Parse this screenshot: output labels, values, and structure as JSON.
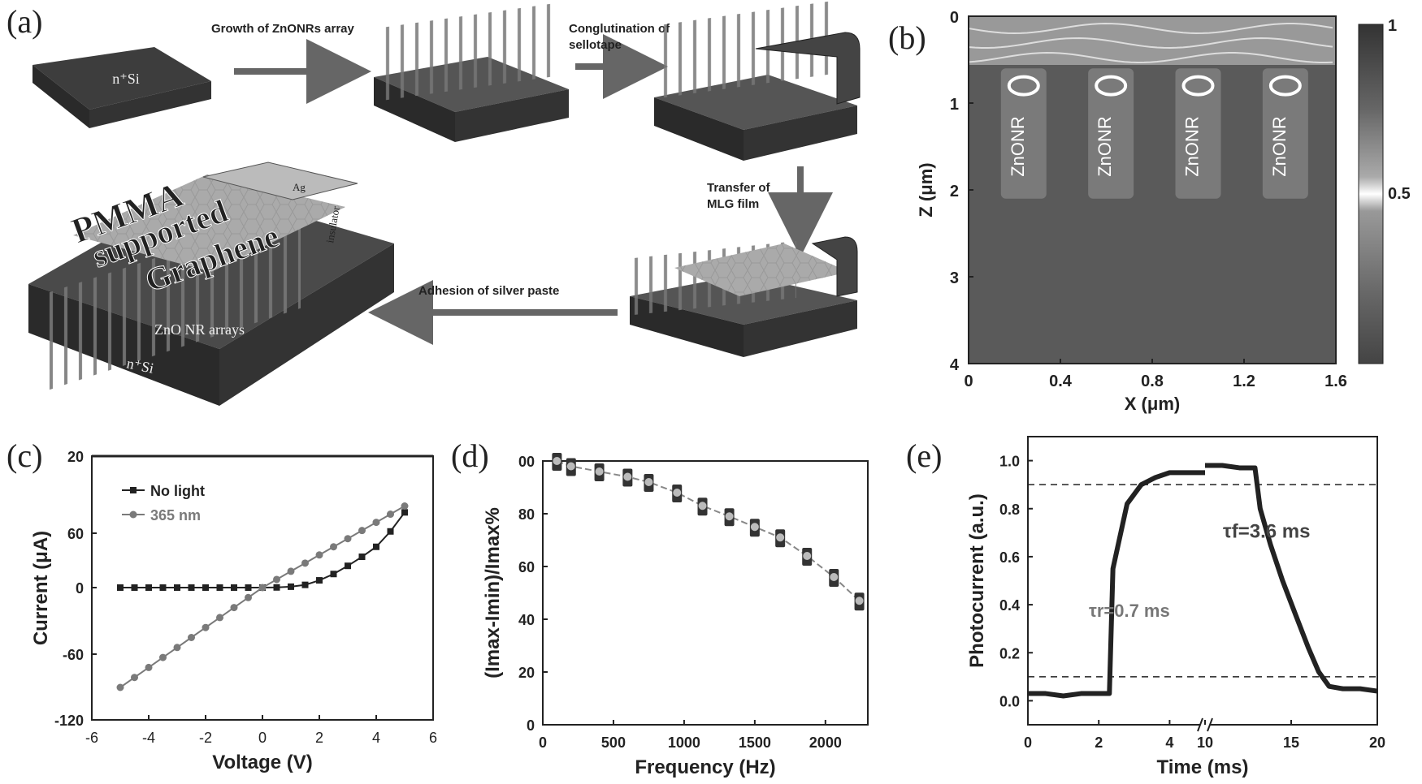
{
  "panels": {
    "a": {
      "letter": "(a)",
      "substrate": "n⁺Si",
      "steps": [
        "Growth of ZnONRs array",
        "Conglutination of\nsellotape",
        "Transfer of\nMLG film",
        "Adhesion of silver paste"
      ],
      "device_labels": {
        "pmma": "PMMA",
        "supported": "supported",
        "graphene": "Graphene",
        "ag": "Ag",
        "insulator": "insulator",
        "arrays": "ZnO NR arrays",
        "substrate": "n⁺Si"
      }
    },
    "b": {
      "letter": "(b)",
      "rod_label": "ZnONR",
      "colorbar_ticks": [
        "1",
        "0.5"
      ]
    },
    "c": {
      "letter": "(c)"
    },
    "d": {
      "letter": "(d)"
    },
    "e": {
      "letter": "(e)"
    }
  },
  "colors": {
    "dark": "#222222",
    "gray": "#7a7a7a",
    "line": "#5a5a5a"
  },
  "chart_data": [
    {
      "panel": "b",
      "type": "heatmap",
      "xlabel": "X (μm)",
      "ylabel": "Z (μm)",
      "xlim": [
        0,
        1.6
      ],
      "ylim": [
        4,
        0
      ],
      "xticks": [
        "0",
        "0.4",
        "0.8",
        "1.2",
        "1.6"
      ],
      "yticks": [
        "0",
        "1",
        "2",
        "3",
        "4"
      ],
      "colorbar": {
        "range": [
          0,
          1
        ],
        "ticks": [
          1,
          0.5
        ]
      },
      "rod_x": [
        0.24,
        0.62,
        1.0,
        1.38
      ],
      "rod_labels": [
        "ZnONR",
        "ZnONR",
        "ZnONR",
        "ZnONR"
      ]
    },
    {
      "panel": "c",
      "type": "line",
      "xlabel": "Voltage (V)",
      "ylabel": "Current (μA)",
      "xlim": [
        -6,
        6
      ],
      "ylim": [
        -120,
        20
      ],
      "xticks": [
        "-6",
        "-4",
        "-2",
        "0",
        "2",
        "4",
        "6"
      ],
      "yticks": [
        "20",
        "60",
        "0",
        "-60",
        "-120"
      ],
      "x": [
        -5,
        -4.5,
        -4,
        -3.5,
        -3,
        -2.5,
        -2,
        -1.5,
        -1,
        -0.5,
        0,
        0.5,
        1,
        1.5,
        2,
        2.5,
        3,
        3.5,
        4,
        4.5,
        5
      ],
      "series": [
        {
          "name": "No light",
          "color": "#222222",
          "marker": "square",
          "values": [
            0,
            0,
            0,
            0,
            0,
            0,
            0,
            0,
            0,
            0,
            0,
            0.2,
            1,
            3,
            8,
            15,
            24,
            34,
            45,
            62,
            83
          ]
        },
        {
          "name": "365 nm",
          "color": "#7a7a7a",
          "marker": "circle",
          "values": [
            -90,
            -81,
            -72,
            -63,
            -54,
            -45,
            -36,
            -27,
            -18,
            -9,
            0,
            9,
            18,
            27,
            36,
            45,
            54,
            63,
            72,
            81,
            90
          ]
        }
      ]
    },
    {
      "panel": "d",
      "type": "scatter",
      "xlabel": "Frequency (Hz)",
      "ylabel": "(Imax-Imin)/Imax%",
      "xlim": [
        0,
        2300
      ],
      "ylim": [
        0,
        100
      ],
      "xticks": [
        "0",
        "500",
        "1000",
        "1500",
        "2000"
      ],
      "yticks": [
        "00",
        "80",
        "60",
        "40",
        "20",
        "0"
      ],
      "x": [
        100,
        200,
        400,
        600,
        750,
        950,
        1130,
        1320,
        1500,
        1680,
        1870,
        2060,
        2240
      ],
      "values": [
        100,
        98,
        96,
        94,
        92,
        88,
        83,
        79,
        75,
        71,
        64,
        56,
        47
      ]
    },
    {
      "panel": "e",
      "type": "line",
      "xlabel": "Time (ms)",
      "ylabel": "Photocurrent (a.u.)",
      "ylim": [
        -0.1,
        1.1
      ],
      "xticks": [
        "0",
        "2",
        "4",
        "10",
        "15",
        "20"
      ],
      "yticks": [
        "1.0",
        "0.8",
        "0.6",
        "0.4",
        "0.2",
        "0.0"
      ],
      "reference_lines": [
        0.9,
        0.1
      ],
      "annotations": [
        "τr=0.7 ms",
        "τf=3.6 ms"
      ],
      "segment1": {
        "x": [
          0,
          0.5,
          1,
          1.5,
          2,
          2.3,
          2.4,
          2.8,
          3.2,
          3.6,
          4,
          4.5,
          5
        ],
        "values": [
          0.03,
          0.03,
          0.02,
          0.03,
          0.03,
          0.03,
          0.55,
          0.82,
          0.9,
          0.93,
          0.95,
          0.95,
          0.95
        ]
      },
      "segment2": {
        "x": [
          10,
          11,
          12,
          12.9,
          13.2,
          13.8,
          14.5,
          15.3,
          16,
          16.6,
          17.2,
          18,
          19,
          20
        ],
        "values": [
          0.98,
          0.98,
          0.97,
          0.97,
          0.8,
          0.65,
          0.5,
          0.35,
          0.22,
          0.12,
          0.06,
          0.05,
          0.05,
          0.04
        ]
      }
    }
  ]
}
